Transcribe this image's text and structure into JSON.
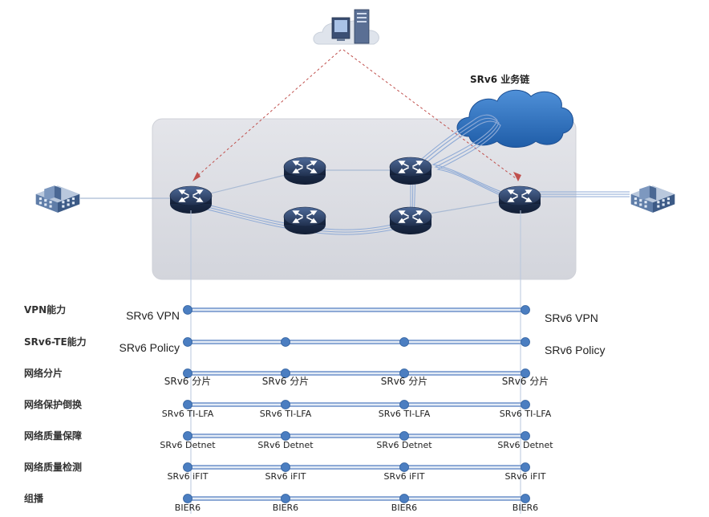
{
  "service_chain_label": "SRv6 业务链",
  "capabilities": [
    {
      "label": "VPN能力",
      "left": "SRv6 VPN",
      "right": "SRv6 VPN",
      "nodes": []
    },
    {
      "label": "SRv6-TE能力",
      "left": "SRv6 Policy",
      "right": "SRv6 Policy",
      "nodes": []
    },
    {
      "label": "网络分片",
      "nodes": [
        "SRv6 分片",
        "SRv6 分片",
        "SRv6 分片",
        "SRv6 分片"
      ]
    },
    {
      "label": "网络保护倒换",
      "nodes": [
        "SRv6 TI-LFA",
        "SRv6 TI-LFA",
        "SRv6 TI-LFA",
        "SRv6 TI-LFA"
      ]
    },
    {
      "label": "网络质量保障",
      "nodes": [
        "SRv6 Detnet",
        "SRv6 Detnet",
        "SRv6 Detnet",
        "SRv6 Detnet"
      ]
    },
    {
      "label": "网络质量检测",
      "nodes": [
        "SRv6 iFIT",
        "SRv6 iFIT",
        "SRv6 iFIT",
        "SRv6 iFIT"
      ]
    },
    {
      "label": "组播",
      "nodes": [
        "BIER6",
        "BIER6",
        "BIER6",
        "BIER6"
      ]
    }
  ],
  "colors": {
    "band_fill": "#d9dbe2",
    "pipe_color": "#8eaad6",
    "node_dot": "#4b7ec1",
    "cloud_blue": "#2f74c6",
    "router_dark": "#2b3f62",
    "dash_red": "#c0504d"
  }
}
